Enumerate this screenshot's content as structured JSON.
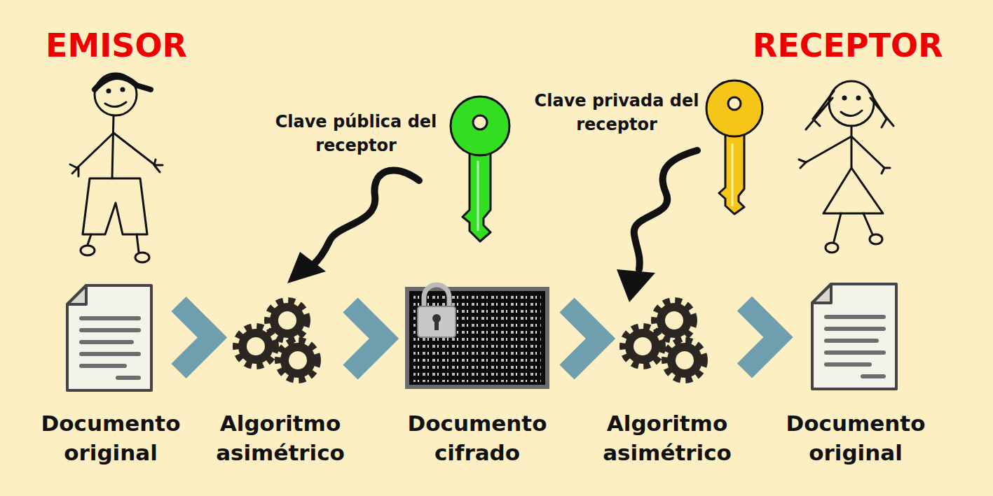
{
  "diagram": {
    "nodes": [
      {
        "text": [
          "Documento original"
        ]
      },
      {
        "text": [
          "Algoritmo asimétrico"
        ]
      },
      {
        "text": [
          "Documento cifrado"
        ]
      },
      {
        "text": [
          "Algoritmo asimétrico"
        ]
      },
      {
        "text": [
          "Documento original"
        ]
      }
    ],
    "edges": [
      {
        "from": 0,
        "to": 1,
        "arrow": "to"
      },
      {
        "from": 1,
        "to": 2,
        "arrow": "to"
      },
      {
        "from": 2,
        "to": 3,
        "arrow": "to"
      },
      {
        "from": 3,
        "to": 4,
        "arrow": "to"
      }
    ],
    "labels": [
      "EMISOR",
      "RECEPTOR",
      "Clave pública del receptor",
      "Clave privada del receptor"
    ]
  }
}
